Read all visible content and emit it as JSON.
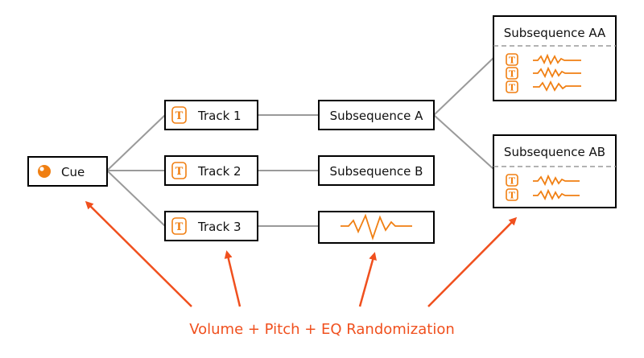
{
  "colors": {
    "accent": "#f07f12",
    "arrow": "#f0501e",
    "connector": "#9a9a9a",
    "border": "#000000",
    "dashed_divider": "#9a9a9a"
  },
  "icons": {
    "cue": "orange-circle-icon",
    "track": "track-t-icon",
    "randomizer": "zigzag-wave-icon"
  },
  "cue": {
    "label": "Cue"
  },
  "tracks": [
    {
      "label": "Track 1"
    },
    {
      "label": "Track 2"
    },
    {
      "label": "Track 3"
    }
  ],
  "subsequences": {
    "a": {
      "label": "Subsequence A"
    },
    "b": {
      "label": "Subsequence B"
    },
    "aa": {
      "label": "Subsequence AA",
      "track_count": 3
    },
    "ab": {
      "label": "Subsequence AB",
      "track_count": 2
    }
  },
  "caption": "Volume + Pitch + EQ Randomization"
}
